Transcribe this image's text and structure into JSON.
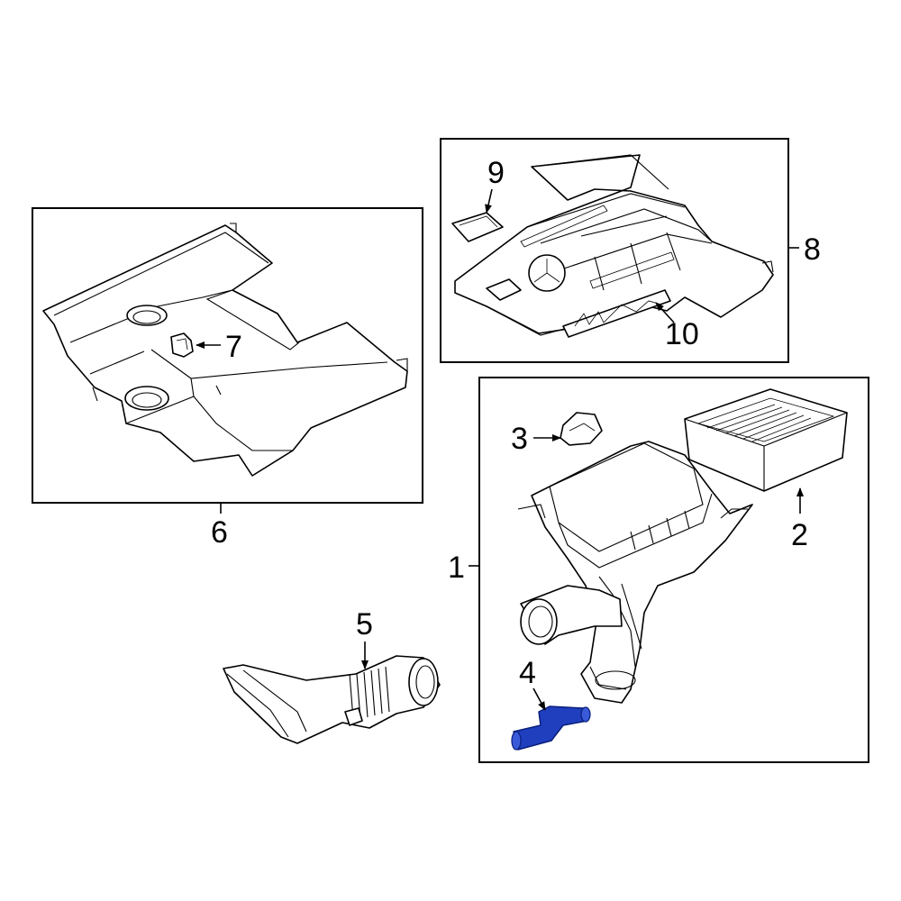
{
  "callouts": [
    {
      "id": "1",
      "label": "1"
    },
    {
      "id": "2",
      "label": "2"
    },
    {
      "id": "3",
      "label": "3"
    },
    {
      "id": "4",
      "label": "4"
    },
    {
      "id": "5",
      "label": "5"
    },
    {
      "id": "6",
      "label": "6"
    },
    {
      "id": "7",
      "label": "7"
    },
    {
      "id": "8",
      "label": "8"
    },
    {
      "id": "9",
      "label": "9"
    },
    {
      "id": "10",
      "label": "10"
    }
  ],
  "highlighted_part": "4",
  "colors": {
    "line": "#000000",
    "background": "#ffffff",
    "highlight": "#1f3fbf",
    "highlight_stroke": "#0a1f7a"
  }
}
